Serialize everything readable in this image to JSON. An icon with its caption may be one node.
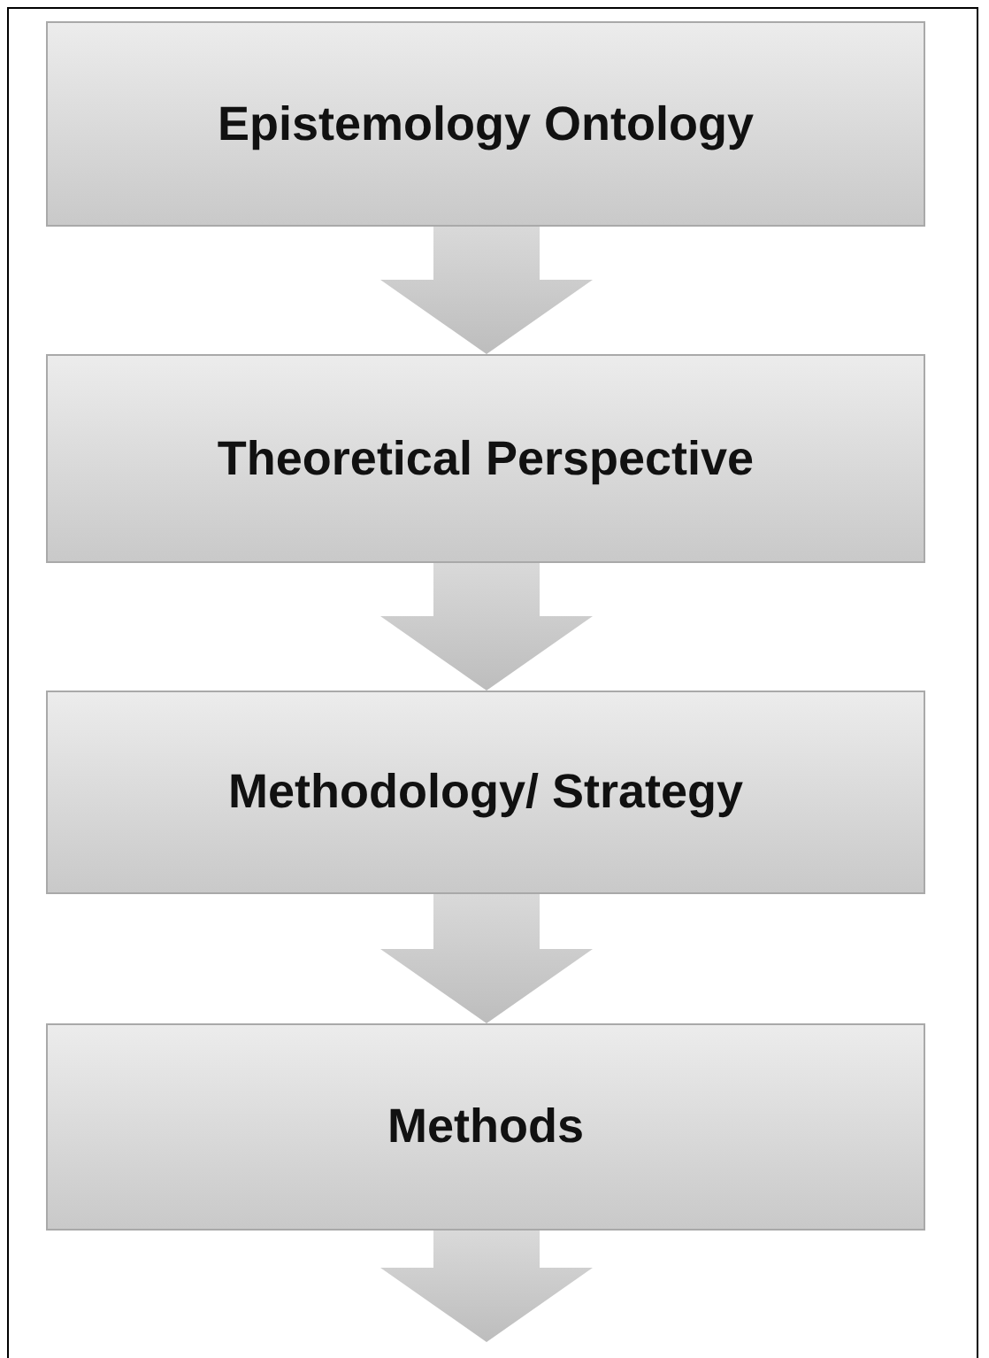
{
  "diagram": {
    "nodes": [
      {
        "text": [
          "Epistemology Ontology"
        ]
      },
      {
        "text": [
          "Theoretical Perspective"
        ]
      },
      {
        "text": [
          "Methodology/ Strategy"
        ]
      },
      {
        "text": [
          "Methods"
        ]
      }
    ],
    "edges": [
      {
        "from": 0,
        "to": 1,
        "arrow": "to"
      },
      {
        "from": 1,
        "to": 2,
        "arrow": "to"
      },
      {
        "from": 2,
        "to": 3,
        "arrow": "to"
      },
      {
        "from": 3,
        "to": null,
        "arrow": "to"
      }
    ]
  }
}
